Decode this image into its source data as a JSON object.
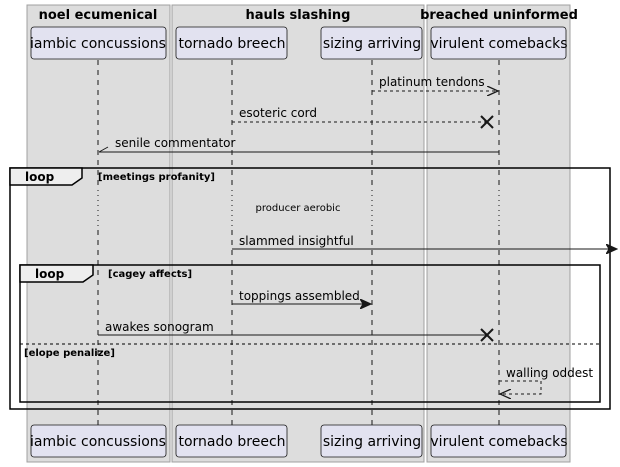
{
  "boxes": [
    {
      "title": "noel ecumenical"
    },
    {
      "title": "hauls slashing"
    },
    {
      "title": "breached uninformed"
    }
  ],
  "participants": [
    {
      "label": "iambic concussions"
    },
    {
      "label": "tornado breech"
    },
    {
      "label": "sizing arriving"
    },
    {
      "label": "virulent comebacks"
    }
  ],
  "messages": [
    {
      "label": "platinum tendons"
    },
    {
      "label": "esoteric cord"
    },
    {
      "label": "senile commentator"
    },
    {
      "label": "slammed insightful"
    },
    {
      "label": "toppings assembled"
    },
    {
      "label": "awakes sonogram"
    },
    {
      "label": "walling oddest"
    }
  ],
  "fragments": [
    {
      "keyword": "loop",
      "condition": "[meetings profanity]"
    },
    {
      "keyword": "loop",
      "condition": "[cagey affects]",
      "else_condition": "[elope penalize]"
    }
  ],
  "divider_text": "producer aerobic",
  "colors": {
    "box_fill": "#dddddd",
    "box_stroke": "#a0a0a0",
    "participant_fill": "#e2e2f0",
    "participant_stroke": "#181818",
    "line": "#181818"
  }
}
